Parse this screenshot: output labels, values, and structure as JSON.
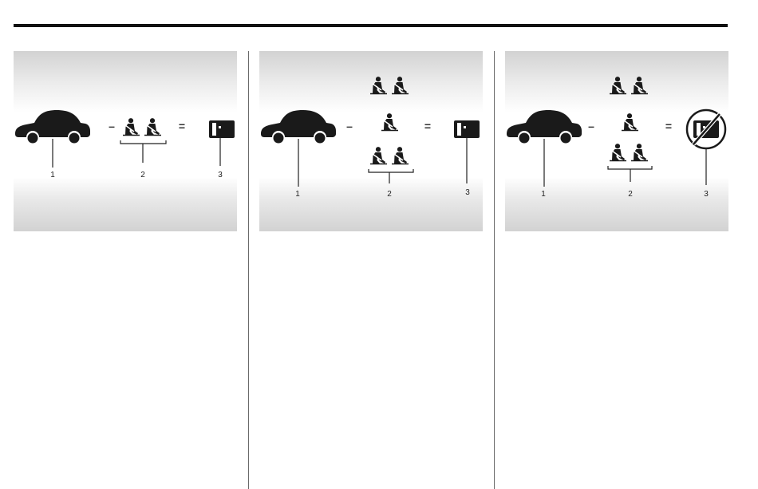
{
  "operators": {
    "minus": "–",
    "equals": "="
  },
  "panels": [
    {
      "id": "two-occupants",
      "occupant_seats": 2,
      "indicator": "seatbelt-reminder-indicator",
      "indicator_crossed_out": false,
      "callouts": [
        "1",
        "2",
        "3"
      ]
    },
    {
      "id": "five-occupants",
      "occupant_seats": 5,
      "indicator": "seatbelt-reminder-indicator",
      "indicator_crossed_out": false,
      "callouts": [
        "1",
        "2",
        "3"
      ]
    },
    {
      "id": "five-occupants-no-indicator",
      "occupant_seats": 5,
      "indicator": "seatbelt-reminder-indicator",
      "indicator_crossed_out": true,
      "callouts": [
        "1",
        "2",
        "3"
      ]
    }
  ],
  "icons": {
    "vehicle": "car-silhouette-icon",
    "occupant": "belted-occupant-icon",
    "indicator": "seatbelt-reminder-icon",
    "prohibited": "crossed-circle-icon"
  },
  "colors": {
    "rule": "#111111",
    "icon": "#1a1a1a",
    "panel_edge": "#d2d2d2"
  }
}
